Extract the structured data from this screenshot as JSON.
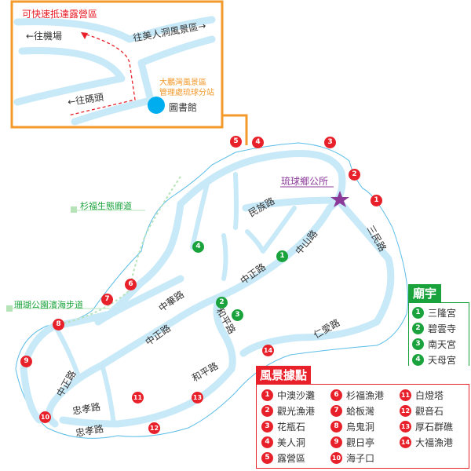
{
  "inset": {
    "title": "可快速抵達露營區",
    "to_airport": "←往機場",
    "to_scenic": "往美人洞風景區→",
    "to_pier": "←往碼頭",
    "office": [
      "大鵬灣風景區",
      "管理處琉球分站"
    ],
    "library": "圖書館"
  },
  "map": {
    "township_office": "琉球鄉公所",
    "trail_1": "杉福生態廊道",
    "trail_2": "珊瑚公園濱海步道",
    "roads": [
      "民族路",
      "中山路",
      "三民路",
      "中正路",
      "中華路",
      "和平路",
      "仁愛路",
      "中正路",
      "忠孝路",
      "忠孝路",
      "和平路"
    ],
    "colors": {
      "scenic": "#e8202a",
      "temple": "#1aa33c",
      "road": "#c8e9f8",
      "inset_border": "#f39a2b"
    }
  },
  "temples": {
    "title": "廟宇",
    "items": [
      {
        "n": "1",
        "name": "三隆宮"
      },
      {
        "n": "2",
        "name": "碧雲寺"
      },
      {
        "n": "3",
        "name": "南天宮"
      },
      {
        "n": "4",
        "name": "天母宮"
      }
    ]
  },
  "scenic": {
    "title": "風景據點",
    "items": [
      {
        "n": "1",
        "name": "中澳沙灘"
      },
      {
        "n": "2",
        "name": "觀光漁港"
      },
      {
        "n": "3",
        "name": "花瓶石"
      },
      {
        "n": "4",
        "name": "美人洞"
      },
      {
        "n": "5",
        "name": "露營區"
      },
      {
        "n": "6",
        "name": "杉福漁港"
      },
      {
        "n": "7",
        "name": "蛤板灣"
      },
      {
        "n": "8",
        "name": "烏鬼洞"
      },
      {
        "n": "9",
        "name": "觀日亭"
      },
      {
        "n": "10",
        "name": "海子口"
      },
      {
        "n": "11",
        "name": "白燈塔"
      },
      {
        "n": "12",
        "name": "觀音石"
      },
      {
        "n": "13",
        "name": "厚石群礁"
      },
      {
        "n": "14",
        "name": "大福漁港"
      }
    ]
  }
}
